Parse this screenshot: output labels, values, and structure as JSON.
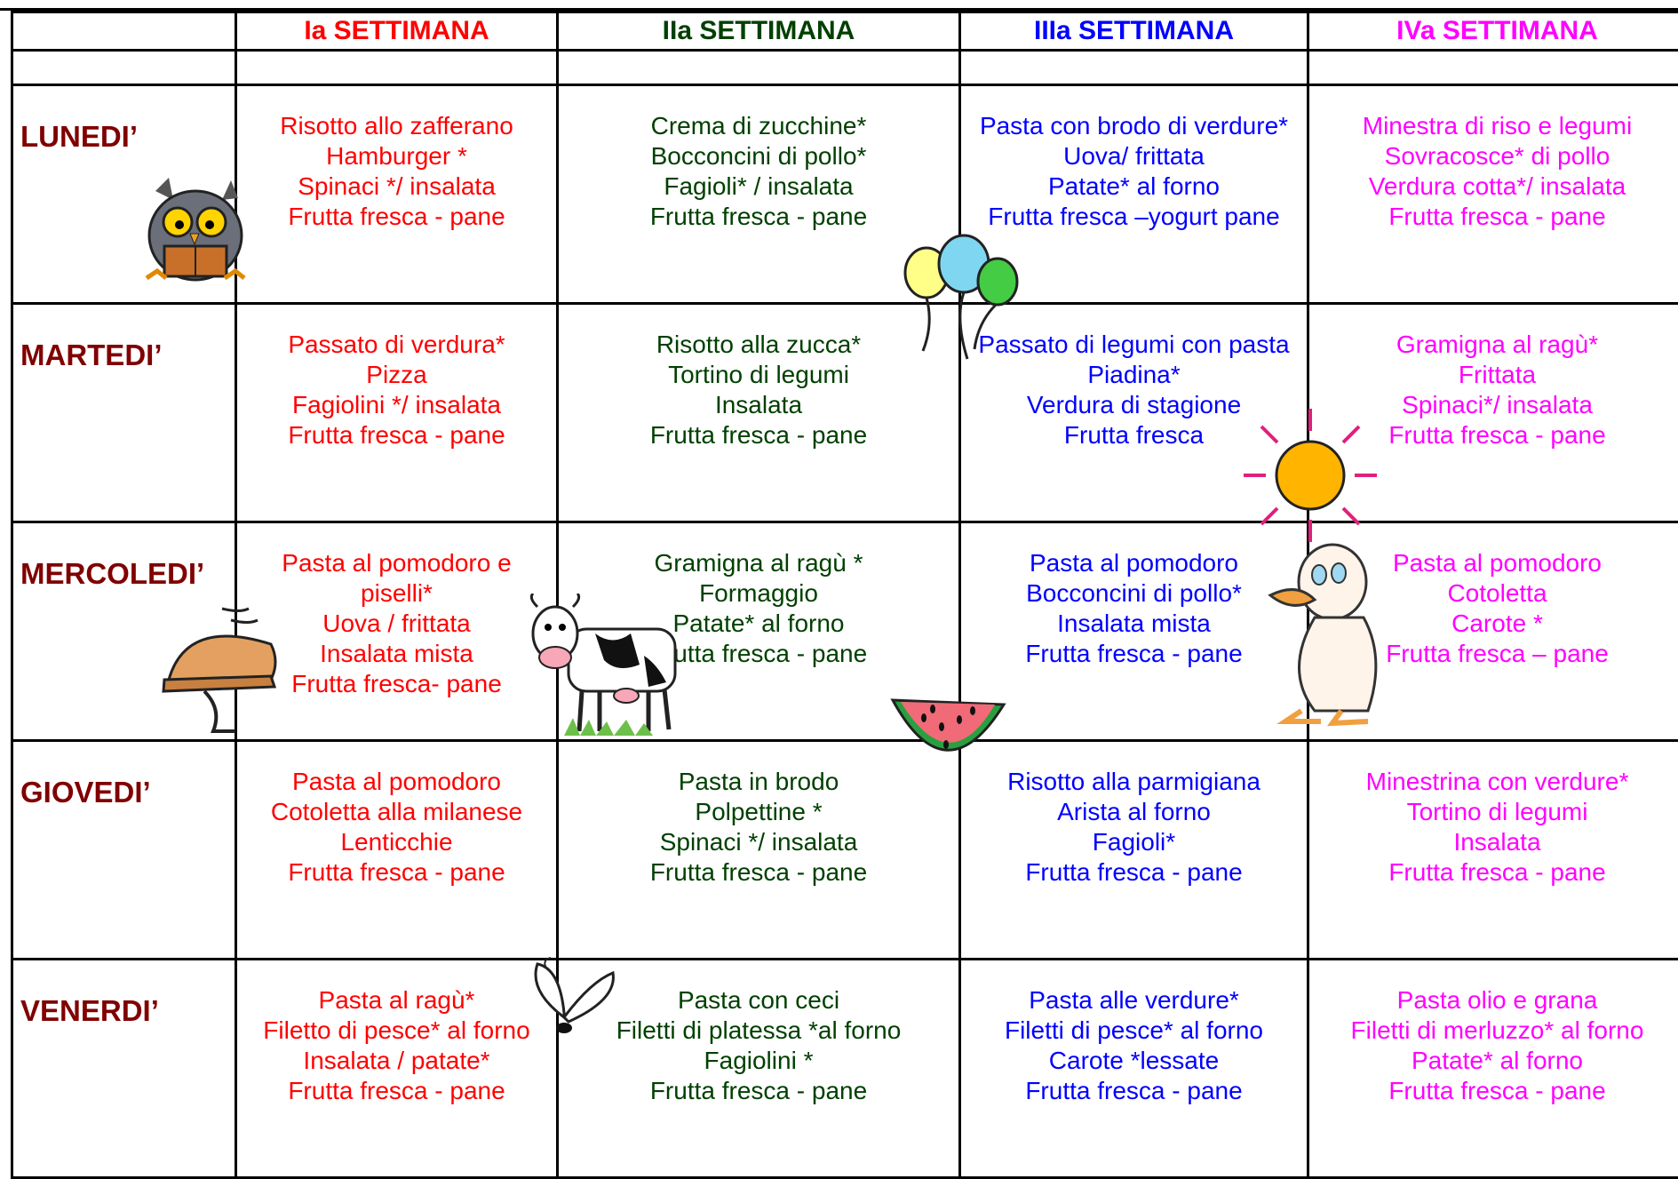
{
  "weeks": [
    {
      "label": "Ia SETTIMANA",
      "color": "#ff0000"
    },
    {
      "label": "IIa  SETTIMANA",
      "color": "#004000"
    },
    {
      "label": "IIIa  SETTIMANA",
      "color": "#0000ff"
    },
    {
      "label": "IVa  SETTIMANA",
      "color": "#ff00ff"
    }
  ],
  "days": [
    {
      "label": "LUNEDI’",
      "meals": [
        [
          "Risotto allo zafferano",
          "Hamburger *",
          "Spinaci */ insalata",
          "Frutta fresca - pane"
        ],
        [
          "Crema di zucchine*",
          "Bocconcini di pollo*",
          "Fagioli* / insalata",
          "Frutta fresca - pane"
        ],
        [
          "Pasta con brodo di verdure*",
          "Uova/ frittata",
          "Patate* al forno",
          "Frutta fresca –yogurt  pane"
        ],
        [
          "Minestra di riso e legumi",
          "Sovracosce* di pollo",
          "Verdura cotta*/ insalata",
          "Frutta fresca - pane"
        ]
      ]
    },
    {
      "label": "MARTEDI’",
      "meals": [
        [
          "Passato di verdura*",
          "Pizza",
          "Fagiolini */ insalata",
          "Frutta fresca  - pane"
        ],
        [
          "Risotto alla zucca*",
          "Tortino di legumi",
          "Insalata",
          "Frutta fresca - pane"
        ],
        [
          "Passato di legumi con pasta",
          "Piadina*",
          "Verdura di stagione",
          "Frutta fresca"
        ],
        [
          "Gramigna  al ragù*",
          "Frittata",
          "Spinaci*/ insalata",
          "Frutta fresca - pane"
        ]
      ]
    },
    {
      "label": "MERCOLEDI’",
      "meals": [
        [
          "Pasta al pomodoro e",
          "piselli*",
          "Uova / frittata",
          "Insalata mista",
          "Frutta fresca- pane"
        ],
        [
          "Gramigna al ragù *",
          "Formaggio",
          "Patate* al forno",
          "Frutta fresca  - pane"
        ],
        [
          "Pasta al pomodoro",
          "Bocconcini di pollo*",
          "Insalata mista",
          "Frutta fresca - pane"
        ],
        [
          "Pasta al pomodoro",
          "Cotoletta",
          "Carote *",
          "Frutta fresca – pane"
        ]
      ]
    },
    {
      "label": "GIOVEDI’",
      "meals": [
        [
          "Pasta al pomodoro",
          "Cotoletta alla milanese",
          "Lenticchie",
          "Frutta fresca - pane"
        ],
        [
          "Pasta in brodo",
          "Polpettine *",
          "Spinaci */ insalata",
          "Frutta fresca - pane"
        ],
        [
          "Risotto alla parmigiana",
          "Arista al forno",
          "Fagioli*",
          "Frutta fresca - pane"
        ],
        [
          "Minestrina con verdure*",
          "Tortino di legumi",
          "Insalata",
          "Frutta fresca - pane"
        ]
      ]
    },
    {
      "label": "VENERDI’",
      "meals": [
        [
          "Pasta al ragù*",
          "Filetto di pesce* al forno",
          "Insalata / patate*",
          "Frutta fresca - pane"
        ],
        [
          "Pasta con ceci",
          "Filetti di platessa *al forno",
          "Fagiolini *",
          "Frutta fresca - pane"
        ],
        [
          "Pasta alle verdure*",
          "Filetti di pesce* al forno",
          "Carote *lessate",
          "Frutta fresca - pane"
        ],
        [
          "Pasta olio e grana",
          "Filetti di merluzzo* al forno",
          "Patate* al forno",
          "Frutta fresca - pane"
        ]
      ]
    }
  ],
  "decorations": [
    "owl-reading-clipart",
    "balloons-clipart",
    "sun-clipart",
    "cow-clipart",
    "duck-clipart",
    "watermelon-clipart",
    "cloche-clipart",
    "butterfly-clipart"
  ]
}
